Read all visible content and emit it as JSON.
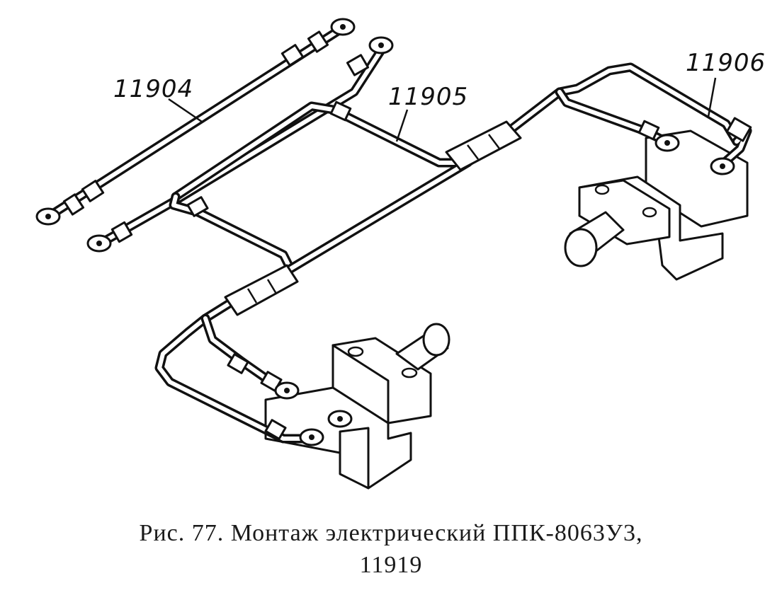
{
  "figure": {
    "labels": {
      "part_11904": "11904",
      "part_11905": "11905",
      "part_11906": "11906"
    },
    "caption_line1": "Рис. 77. Монтаж электрический ППК-8063У3,",
    "caption_line2": "11919"
  }
}
